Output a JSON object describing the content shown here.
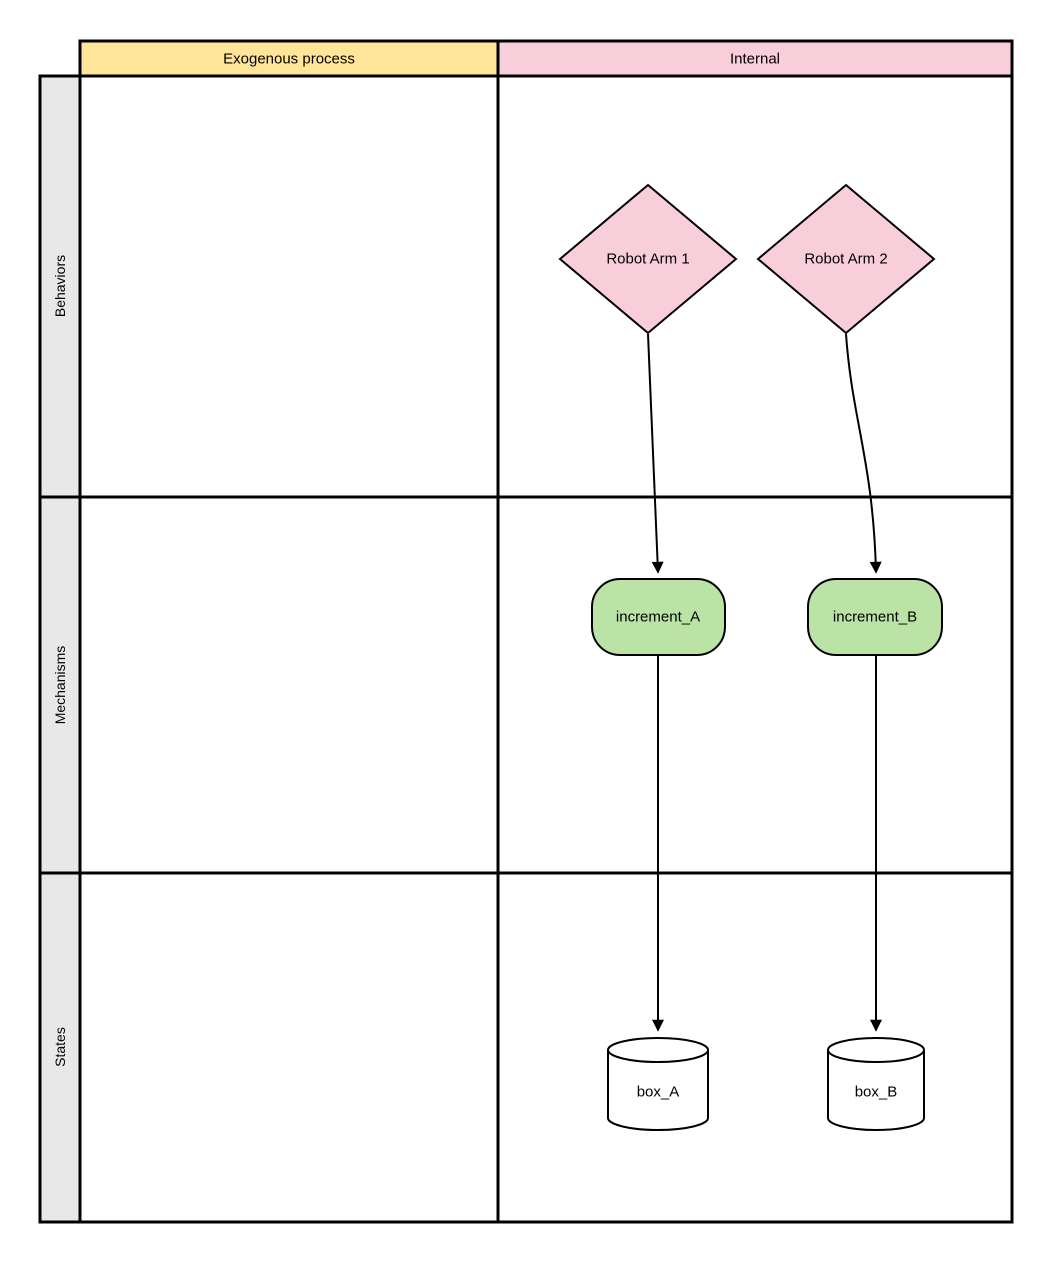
{
  "diagram": {
    "type": "swimlane",
    "columns": [
      {
        "label": "Exogenous process",
        "fill": "#FFE599"
      },
      {
        "label": "Internal",
        "fill": "#F8CEDB"
      }
    ],
    "rows": [
      {
        "label": "Behaviors"
      },
      {
        "label": "Mechanisms"
      },
      {
        "label": "States"
      }
    ],
    "colors": {
      "lane_label_bg": "#E8E8E8",
      "cell_bg": "#FFFFFF",
      "line": "#000000"
    },
    "nodes": {
      "robot_arm_1": {
        "label": "Robot Arm 1",
        "shape": "diamond",
        "fill": "#F8CEDB",
        "row": "Behaviors",
        "column": "Internal"
      },
      "robot_arm_2": {
        "label": "Robot Arm 2",
        "shape": "diamond",
        "fill": "#F8CEDB",
        "row": "Behaviors",
        "column": "Internal"
      },
      "increment_a": {
        "label": "increment_A",
        "shape": "rounded-rectangle",
        "fill": "#BBE3A6",
        "row": "Mechanisms",
        "column": "Internal"
      },
      "increment_b": {
        "label": "increment_B",
        "shape": "rounded-rectangle",
        "fill": "#BBE3A6",
        "row": "Mechanisms",
        "column": "Internal"
      },
      "box_a": {
        "label": "box_A",
        "shape": "cylinder",
        "fill": "#FFFFFF",
        "row": "States",
        "column": "Internal"
      },
      "box_b": {
        "label": "box_B",
        "shape": "cylinder",
        "fill": "#FFFFFF",
        "row": "States",
        "column": "Internal"
      }
    },
    "edges": [
      {
        "from": "Robot Arm 1",
        "to": "increment_A",
        "style": "curved-arrow"
      },
      {
        "from": "Robot Arm 2",
        "to": "increment_B",
        "style": "curved-arrow"
      },
      {
        "from": "increment_A",
        "to": "box_A",
        "style": "straight-arrow"
      },
      {
        "from": "increment_B",
        "to": "box_B",
        "style": "straight-arrow"
      }
    ]
  }
}
